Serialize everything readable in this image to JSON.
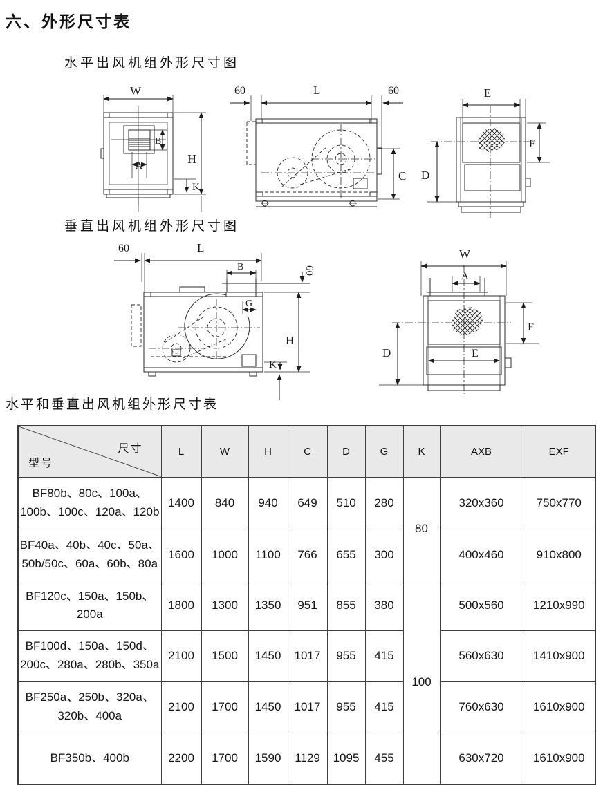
{
  "page": {
    "title": "六、外形尺寸表",
    "horizontal_section_title": "水平出风机组外形尺寸图",
    "vertical_section_title": "垂直出风机组外形尺寸图",
    "table_title": "水平和垂直出风机组外形尺寸表"
  },
  "diagrams": {
    "h_front": {
      "w": "W",
      "b": "B",
      "a": "A",
      "h": "H",
      "k": "K"
    },
    "h_side": {
      "left60": "60",
      "l": "L",
      "right60": "60",
      "c": "C"
    },
    "h_back": {
      "e": "E",
      "f": "F",
      "d": "D"
    },
    "v_side": {
      "left60": "60",
      "l": "L",
      "b": "B",
      "top60": "60",
      "g": "G",
      "h": "H",
      "k": "K"
    },
    "v_back": {
      "w": "W",
      "a": "A",
      "f": "F",
      "d": "D",
      "e": "E"
    }
  },
  "table": {
    "header": {
      "dim_label": "尺寸",
      "model_label": "型号",
      "columns": [
        "L",
        "W",
        "H",
        "C",
        "D",
        "G",
        "K",
        "AXB",
        "EXF"
      ]
    },
    "k_groups": [
      {
        "value": "80",
        "span": 2
      },
      {
        "value": "100",
        "span": 4
      }
    ],
    "rows": [
      {
        "model": "BF80b、80c、100a、100b、100c、120a、120b",
        "L": "1400",
        "W": "840",
        "H": "940",
        "C": "649",
        "D": "510",
        "G": "280",
        "AXB": "320x360",
        "EXF": "750x770"
      },
      {
        "model": "BF40a、40b、40c、50a、50b/50c、60a、60b、80a",
        "L": "1600",
        "W": "1000",
        "H": "1100",
        "C": "766",
        "D": "655",
        "G": "300",
        "AXB": "400x460",
        "EXF": "910x800"
      },
      {
        "model": "BF120c、150a、150b、200a",
        "L": "1800",
        "W": "1300",
        "H": "1350",
        "C": "951",
        "D": "855",
        "G": "380",
        "AXB": "500x560",
        "EXF": "1210x990"
      },
      {
        "model": "BF100d、150a、150d、200c、280a、280b、350a",
        "L": "2100",
        "W": "1500",
        "H": "1450",
        "C": "1017",
        "D": "955",
        "G": "415",
        "AXB": "560x630",
        "EXF": "1410x900"
      },
      {
        "model": "BF250a、250b、320a、320b、400a",
        "L": "2100",
        "W": "1700",
        "H": "1450",
        "C": "1017",
        "D": "955",
        "G": "415",
        "AXB": "760x630",
        "EXF": "1610x900"
      },
      {
        "model": "BF350b、400b",
        "L": "2200",
        "W": "1700",
        "H": "1590",
        "C": "1129",
        "D": "1095",
        "G": "455",
        "AXB": "630x720",
        "EXF": "1610x900"
      }
    ]
  }
}
